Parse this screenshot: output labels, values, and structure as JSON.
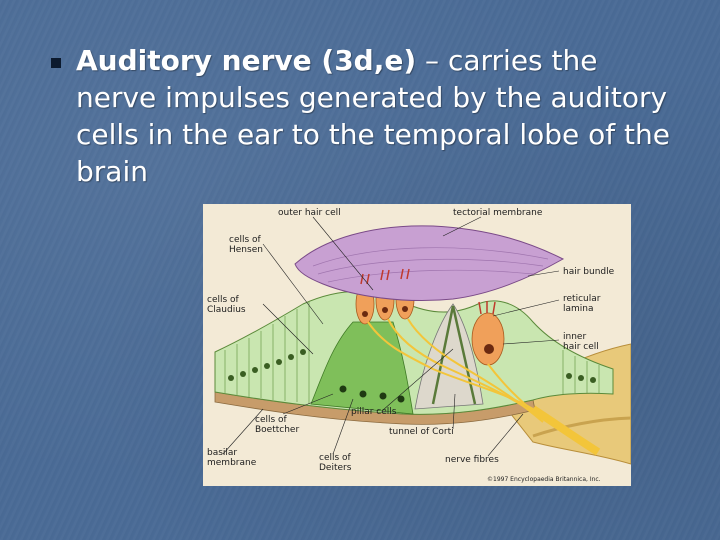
{
  "slide": {
    "bullet": {
      "term": "Auditory nerve (3d,e)",
      "text": " – carries the nerve impulses generated by the auditory cells in the ear to the temporal lobe of the brain"
    },
    "figure": {
      "labels": {
        "outer_hair_cell": "outer hair cell",
        "tectorial_membrane": "tectorial membrane",
        "cells_of_hensen": "cells of\nHensen",
        "hair_bundle": "hair bundle",
        "cells_of_claudius": "cells of\nClaudius",
        "reticular_lamina": "reticular\nlamina",
        "inner_hair_cell": "inner\nhair cell",
        "pillar_cells": "pillar cells",
        "cells_of_boettcher": "cells of\nBoettcher",
        "tunnel_of_corti": "tunnel of Corti",
        "basilar_membrane": "basilar\nmembrane",
        "cells_of_deiters": "cells of\nDeiters",
        "nerve_fibres": "nerve fibres"
      },
      "credit": "©1997 Encyclopaedia Britannica, Inc."
    }
  }
}
